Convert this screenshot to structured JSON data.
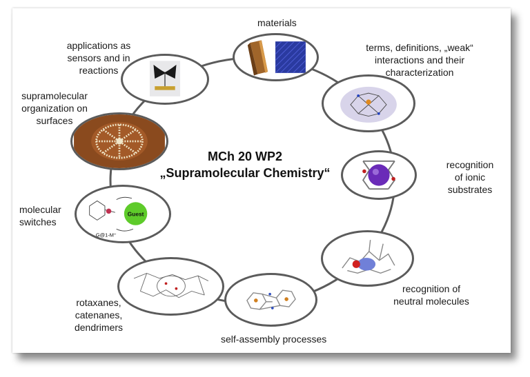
{
  "title": {
    "line1": "MCh 20 WP2",
    "line2": "„Supramolecular Chemistry“"
  },
  "topics": [
    {
      "id": "materials",
      "label": "materials"
    },
    {
      "id": "terms",
      "label_lines": [
        "terms, definitions, „weak“",
        "interactions and their",
        "characterization"
      ]
    },
    {
      "id": "ionic",
      "label_lines": [
        "recognition",
        "of ionic",
        "substrates"
      ]
    },
    {
      "id": "neutral",
      "label_lines": [
        "recognition of",
        "neutral molecules"
      ]
    },
    {
      "id": "selfassembly",
      "label": "self-assembly processes"
    },
    {
      "id": "rotaxanes",
      "label_lines": [
        "rotaxanes,",
        "catenanes,",
        "dendrimers"
      ]
    },
    {
      "id": "switches",
      "label_lines": [
        "molecular",
        "switches"
      ]
    },
    {
      "id": "surfaces",
      "label_lines": [
        "supramolecular",
        "organization on",
        "surfaces"
      ]
    },
    {
      "id": "sensors",
      "label_lines": [
        "applications as",
        "sensors and in",
        "reactions"
      ]
    }
  ],
  "image_text": {
    "guest": "Guest",
    "complex": "G@1-M⁺"
  },
  "colors": {
    "ring_stroke": "#5b5b5b",
    "guest_green": "#5ecb2a",
    "ion_purple": "#6a2bb8",
    "fabric_blue": "#2a3aa0"
  }
}
